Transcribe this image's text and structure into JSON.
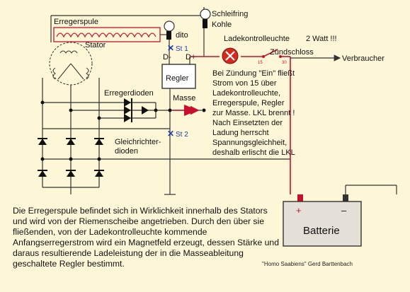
{
  "labels": {
    "erregerspule": "Erregerspule",
    "schleifring": "Schleifring",
    "kohle": "Kohle",
    "dito": "dito",
    "stator": "Stator",
    "ladekontrollleuchte": "Ladekontrolleuchte",
    "watt": "2 Watt !!!",
    "st1": "St 1",
    "dminus": "D-",
    "dplus": "D+",
    "regler": "Regler",
    "zuendschloss": "Zündschloss",
    "num15": "15",
    "num30": "30",
    "verbraucher": "Verbraucher",
    "erregerdioden": "Erregerdioden",
    "masse": "Masse",
    "st2": "St 2",
    "gleichrichter1": "Gleichrichter-",
    "gleichrichter2": "dioden",
    "batterie": "Batterie",
    "plus": "+",
    "minus": "–"
  },
  "note_lines": [
    "Bei Zündung \"Ein\" fließt",
    "Strom von 15 über",
    "Ladekontrolleuchte,",
    "Erregerspule, Regler",
    "zur Masse. LKL brennt !",
    "Nach Einsetzten der",
    "Ladung herrscht",
    "Spannungsgleichheit,",
    "deshalb erlischt  die LKL"
  ],
  "caption": "Die Erregerspule befindet sich in Wirklichkeit innerhalb des Stators und wird von der Riemenscheibe angetrieben. Durch den über sie fließenden, von der Ladekontrolleuchte kommende Anfangserregerstrom wird ein Magnetfeld erzeugt, dessen Stärke und daraus resultierende Ladeleistung der in die Masseableitung geschaltete Regler bestimmt.",
  "credit": "\"Homo Saabiens\" Gerd Barttenbach",
  "colors": {
    "background": "#fdf7d8",
    "wire": "#333333",
    "highlight_wire": "#c8102e",
    "marker": "#1a3fb0",
    "lamp": "#d6281c"
  }
}
